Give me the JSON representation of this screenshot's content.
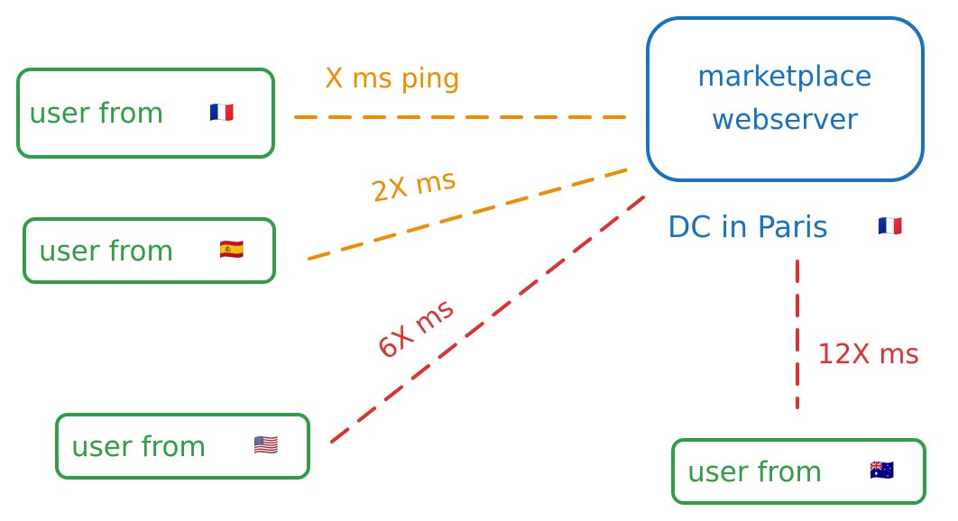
{
  "colors": {
    "user_box": "#2f9e44",
    "server_box": "#1971c2",
    "fast_link": "#f08c00",
    "slow_link": "#e03131"
  },
  "server": {
    "line1": "marketplace",
    "line2": "webserver",
    "location": "DC in Paris",
    "location_flag": "🇫🇷"
  },
  "users": [
    {
      "label": "user from",
      "flag": "🇫🇷"
    },
    {
      "label": "user from",
      "flag": "🇪🇸"
    },
    {
      "label": "user from",
      "flag": "🇺🇸"
    },
    {
      "label": "user from",
      "flag": "🇦🇺"
    }
  ],
  "links": [
    {
      "label": "X ms ping"
    },
    {
      "label": "2X ms"
    },
    {
      "label": "6X ms"
    },
    {
      "label": "12X ms"
    }
  ]
}
